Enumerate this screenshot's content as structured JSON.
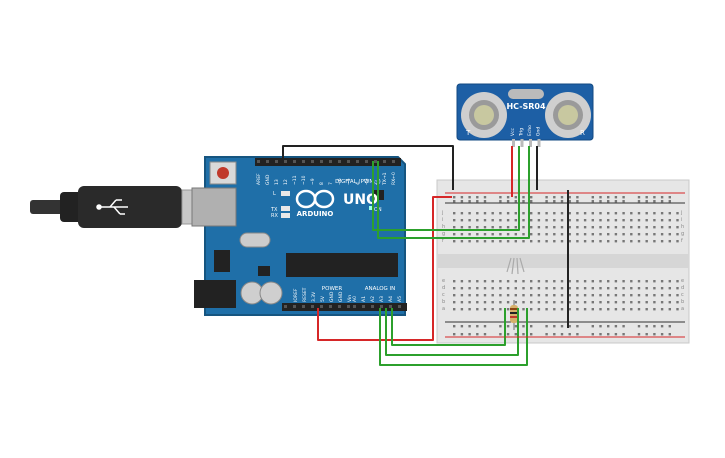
{
  "arduino": {
    "brand": "ARDUINO",
    "model": "UNO",
    "digital_label": "DIGITAL (PWM~)",
    "power_label": "POWER",
    "analog_label": "ANALOG IN",
    "on_label": "ON",
    "led_labels": [
      "L",
      "TX",
      "RX"
    ],
    "digital_pins": [
      "AREF",
      "GND",
      "13",
      "12",
      "~11",
      "~10",
      "~9",
      "8",
      "7",
      "~6",
      "~5",
      "4",
      "~3",
      "2",
      "TX→1",
      "RX←0"
    ],
    "power_pins": [
      "IOREF",
      "RESET",
      "3.3V",
      "5V",
      "GND",
      "GND",
      "Vin"
    ],
    "analog_pins": [
      "A0",
      "A1",
      "A2",
      "A3",
      "A4",
      "A5"
    ]
  },
  "sensor": {
    "label": "HC-SR04",
    "corner_left": "T",
    "corner_right": "R",
    "pins": [
      "Vcc",
      "Trig",
      "Echo",
      "Gnd"
    ]
  },
  "breadboard": {
    "row_letters_top": [
      "j",
      "i",
      "h",
      "g",
      "f"
    ],
    "row_letters_bottom": [
      "e",
      "d",
      "c",
      "b",
      "a"
    ],
    "columns": 30
  },
  "colors": {
    "board": "#1f6fa8",
    "wire_green": "#2ca02c",
    "wire_red": "#d62728",
    "wire_black": "#222222",
    "sensor_blue": "#1d5fa5"
  }
}
